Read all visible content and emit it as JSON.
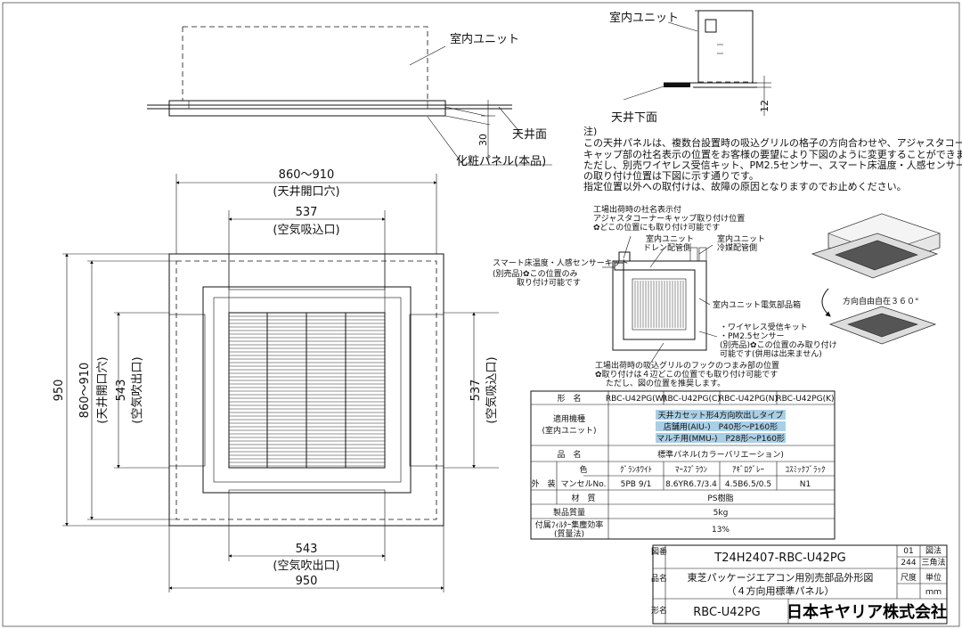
{
  "side_view": {
    "indoor_unit": "室内ユニット",
    "ceiling": "天井面",
    "panel": "化粧パネル(本品)",
    "dim_30": "30"
  },
  "detail_view": {
    "indoor_unit": "室内ユニット",
    "ceiling_bottom": "天井下面",
    "dim_12": "12"
  },
  "plan_view": {
    "opening_w": "860～910",
    "opening_w_label": "(天井開口穴)",
    "intake_w": "537",
    "intake_w_label": "(空気吸込口)",
    "outlet_w": "543",
    "outlet_w_label": "(空気吹出口)",
    "overall_w": "950",
    "overall_h": "950",
    "opening_h": "860～910",
    "opening_h_label": "(天井開口穴)",
    "outlet_h": "543",
    "outlet_h_label": "(空気吹出口)",
    "intake_h": "537",
    "intake_h_label": "(空気吸込口)"
  },
  "notes": {
    "heading": "注)",
    "lines": [
      "この天井パネルは、複数台設置時の吸込グリルの格子の方向合わせや、アジャスタコーナー",
      "キャップ部の社名表示の位置をお客様の要望により下図のように変更することができます。",
      "ただし、別売ワイヤレス受信キット、PM2.5センサー、スマート床温度・人感センサーキット",
      "の取り付け位置は下図に示す通りです。",
      "指定位置以外への取付けは、故障の原因となりますのでお止めください。"
    ]
  },
  "install_diagram": {
    "callout_top": [
      "工場出荷時の社名表示付",
      "アジャスタコーナーキャップ取り付け位置",
      "✿どこの位置にも取り付け可能です"
    ],
    "drain": [
      "室内ユニット",
      "ドレン配管側"
    ],
    "refrigerant": [
      "室内ユニット",
      "冷媒配管側"
    ],
    "sensor": [
      "スマート床温度・人感センサーキット",
      "(別売品)✿この位置のみ",
      "取り付け可能です"
    ],
    "electrical": "室内ユニット電気部品箱",
    "wireless": [
      "・ワイヤレス受信キット",
      "・PM2.5センサー",
      "(別売品)✿この位置のみ取り付け",
      "可能です(併用は出来ません)"
    ],
    "hook": [
      "工場出荷時の吸込グリルのフックのつまみ部の位置",
      "✿取り付けは４辺どこの位置でも取り付け可能です",
      "ただし、図の位置を推奨します。"
    ],
    "rotation": "方向自由自在３６０°"
  },
  "spec_table": {
    "row_model_label": "形　名",
    "models": [
      "RBC-U42PG(W)",
      "RBC-U42PG(C)",
      "RBC-U42PG(N)",
      "RBC-U42PG(K)"
    ],
    "applicable_label": [
      "適用機種",
      "(室内ユニット)"
    ],
    "applicable_lines": [
      "天井カセット形4方向吹出しタイプ",
      "店舗用(AIU-)　P40形～P160形",
      "マルチ用(MMU-)　P28形～P160形"
    ],
    "product_name_label": "品　名",
    "product_name": "標準パネル(カラーバリエーション)",
    "exterior_label": "外　装",
    "color_label": "色",
    "colors": [
      "ｸﾞﾗﾝﾎﾜｲﾄ",
      "ﾏｰｽﾌﾞﾗｳﾝ",
      "ｱｷﾞﾛｸﾞﾚｰ",
      "ｺｽﾐｯｸﾌﾞﾗｯｸ"
    ],
    "munsell_label": "マンセルNo.",
    "munsell": [
      "5PB 9/1",
      "8.6YR6.7/3.4",
      "4.5B6.5/0.5",
      "N1"
    ],
    "material_label": "材　質",
    "material": "PS樹脂",
    "mass_label": "製品質量",
    "mass": "5kg",
    "filter_label": [
      "付属ﾌｨﾙﾀｰ集塵効率",
      "(質量法)"
    ],
    "filter": "13%"
  },
  "title_block": {
    "drawing_no_label": "図番",
    "drawing_no": "T24H2407-RBC-U42PG",
    "sheet": "01",
    "page": "244",
    "projection_label": "図法",
    "projection": "三角法",
    "name_label": "品名",
    "name_lines": [
      "東芝パッケージエアコン用別売部品外形図",
      "（４方向用標準パネル）"
    ],
    "scale_label": "尺度",
    "unit_label": "単位",
    "unit": "ｍｍ",
    "model_label": "形名",
    "model": "RBC-U42PG",
    "company": "日本キヤリア株式会社"
  }
}
